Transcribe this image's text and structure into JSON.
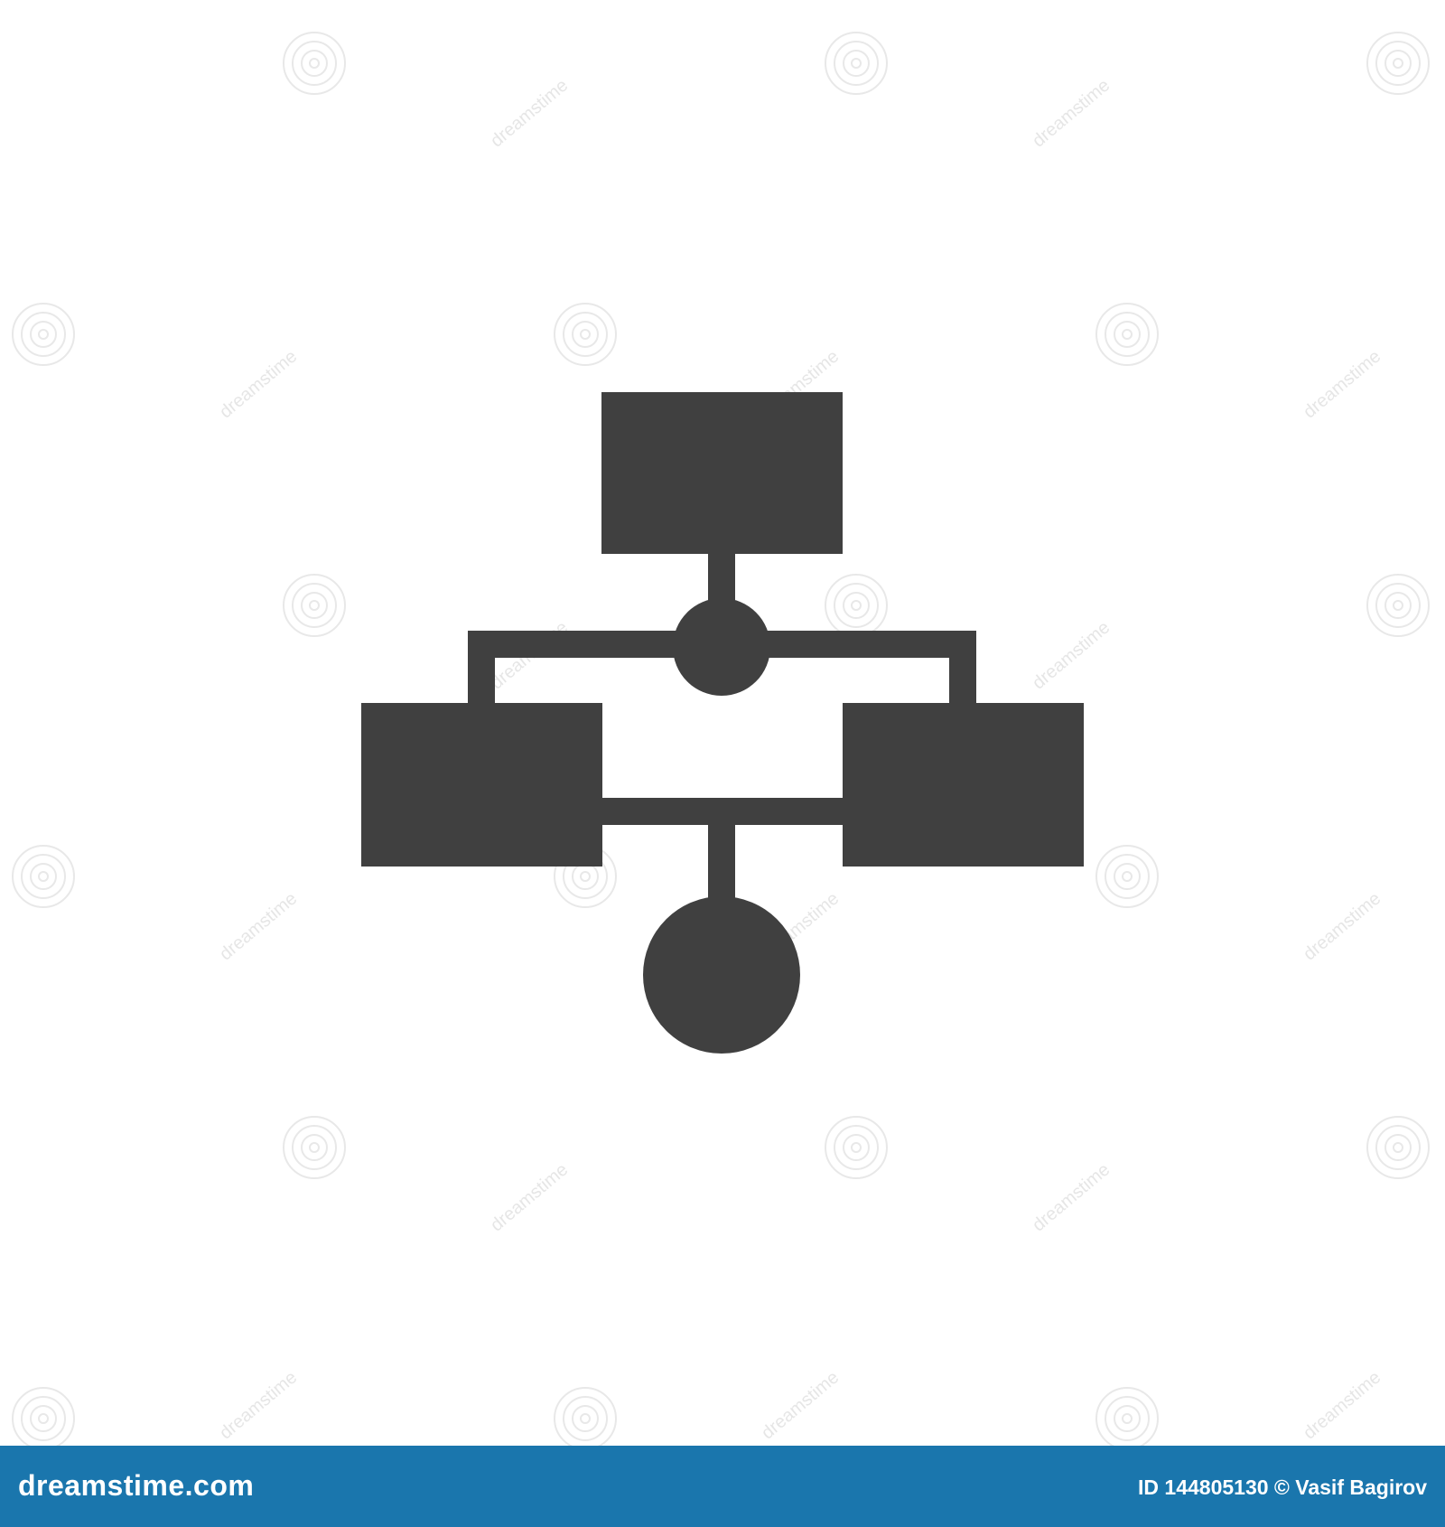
{
  "colors": {
    "background": "#ffffff",
    "icon_fill": "#404040",
    "footer_bar": "#1a76ad",
    "footer_text": "#ffffff",
    "watermark": "#e6e6e6"
  },
  "icon": {
    "name": "flowchart-icon"
  },
  "watermark": {
    "text": "dreamstime",
    "name": "dreamstime-spiral-logo"
  },
  "footer": {
    "brand": "dreamstime.com",
    "credit": "ID 144805130 © Vasif Bagirov"
  }
}
